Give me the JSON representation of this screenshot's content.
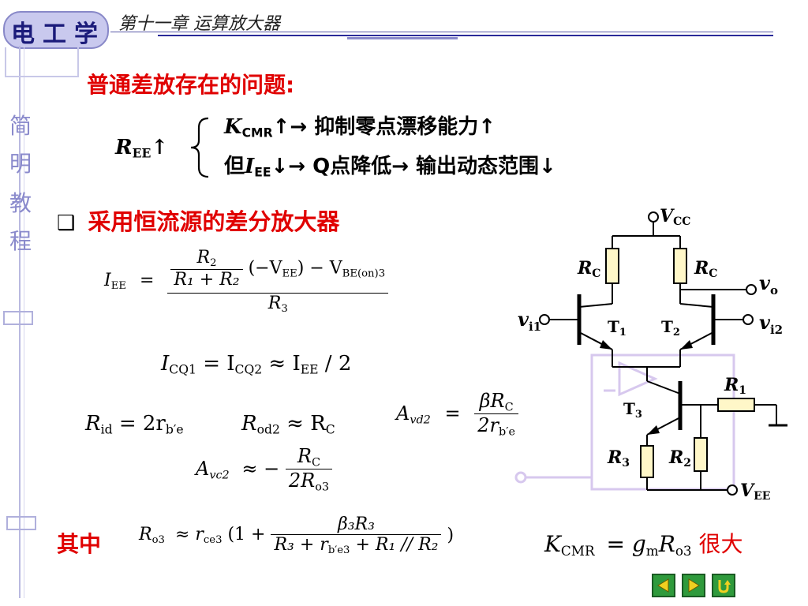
{
  "header": {
    "logo_chars": [
      "电",
      "工",
      "学"
    ],
    "chapter_title": "第十一章  运算放大器"
  },
  "sidebar": {
    "chars": [
      "简",
      "明",
      "教",
      "程"
    ]
  },
  "section1": {
    "heading": "普通差放存在的问题:",
    "ree": "R",
    "ree_sub": "EE",
    "ree_arrow": "↑",
    "line1_k": "K",
    "line1_k_sub": "CMR",
    "line1_text": "↑→ 抑制零点漂移能力↑",
    "line2_pre": "但",
    "line2_i": "I",
    "line2_i_sub": "EE",
    "line2_text": "↓→ Q点降低→ 输出动态范围↓"
  },
  "section2": {
    "bullet": "❑",
    "heading": "采用恒流源的差分放大器"
  },
  "formulas": {
    "iee_lhs": "I",
    "iee_lhs_sub": "EE",
    "eq": "=",
    "r2": "R",
    "r2_sub": "2",
    "r1_plus_r2": "R₁ + R₂",
    "vee_term": "(−V",
    "vee_sub": "EE",
    "vbe_term": ") − V",
    "vbe_sub": "BE(on)3",
    "r3": "R",
    "r3_sub": "3",
    "icq": "I",
    "icq1_sub": "CQ1",
    "icq_eq": "= I",
    "icq2_sub": "CQ2",
    "approx_iee": "≈ I",
    "iee_sub": "EE",
    "div2": "/ 2",
    "rid": "R",
    "rid_sub": "id",
    "rid_rhs": "= 2r",
    "rid_rhs_sub": "b′e",
    "rod": "R",
    "rod_sub": "od2",
    "rod_rhs": "≈ R",
    "rod_rhs_sub": "C",
    "avd": "A",
    "avd_sub": "vd2",
    "avd_num": "βR",
    "avd_num_sub": "C",
    "avd_den": "2r",
    "avd_den_sub": "b′e",
    "avc": "A",
    "avc_sub": "vc2",
    "avc_approx": "≈ −",
    "avc_num": "R",
    "avc_num_sub": "C",
    "avc_den": "2R",
    "avc_den_sub": "o3",
    "qizhong": "其中",
    "ro3": "R",
    "ro3_sub": "o3",
    "ro3_rhs": "≈ r",
    "ro3_rhs_sub": "ce3",
    "ro3_paren": "(1 +",
    "ro3_num": "β₃R₃",
    "ro3_den": "R₃ + r",
    "ro3_den_sub": "b′e3",
    "ro3_den_tail": "+ R₁ // R₂",
    "ro3_close": ")",
    "kcmr": "K",
    "kcmr_sub": "CMR",
    "kcmr_rhs": "= g",
    "kcmr_gm_sub": "m",
    "kcmr_r": "R",
    "kcmr_r_sub": "o3",
    "kcmr_note": "很大"
  },
  "circuit": {
    "vcc": "V",
    "vcc_sub": "CC",
    "vee": "V",
    "vee_sub": "EE",
    "rc_left": "R",
    "rc_left_sub": "C",
    "rc_right": "R",
    "rc_right_sub": "C",
    "vo": "v",
    "vo_sub": "o",
    "vi1": "v",
    "vi1_sub": "i1",
    "vi2": "v",
    "vi2_sub": "i2",
    "t1": "T",
    "t1_sub": "1",
    "t2": "T",
    "t2_sub": "2",
    "t3": "T",
    "t3_sub": "3",
    "r1": "R",
    "r1_sub": "1",
    "r2": "R",
    "r2_sub": "2",
    "r3": "R",
    "r3_sub": "3"
  },
  "nav": {
    "prev_icon": "arrow-left-icon",
    "next_icon": "arrow-right-icon",
    "return_icon": "return-icon"
  },
  "colors": {
    "heading_red": "#e00000",
    "text_blue": "#1010b0",
    "nav_green": "#2f9a3c",
    "resistor_fill": "#fff7c8"
  }
}
